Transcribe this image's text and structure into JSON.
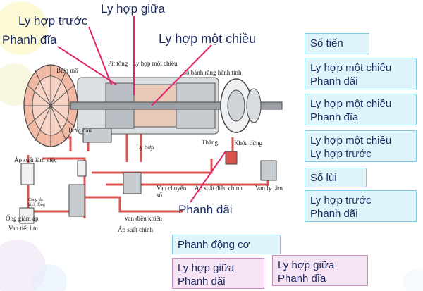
{
  "callouts": {
    "lyhop_truoc": "Ly hợp trước",
    "lyhop_giua": "Ly hợp giữa",
    "phanh_dia": "Phanh đĩa",
    "lyhop_motchieu": "Ly hợp một chiều",
    "phanh_dai": "Phanh dãi"
  },
  "diagram_labels": {
    "bien_mo": "Biến mô",
    "pit_tong": "Pít tông",
    "ly_hop_mot_chieu": "Ly hợp một chiều",
    "bo_banh_rang": "Bộ bánh răng hành tinh",
    "bom_dau": "Bơm dầu",
    "ly_hop": "Ly hợp",
    "thang": "Thắng",
    "khoa_dung": "Khóa dừng",
    "ap_suat_lam_viec": "Áp suất làm việc",
    "cong_tac": "Công tắc",
    "kich_dong": "kích động",
    "van_chuyen_so_1": "Van chuyển",
    "van_chuyen_so_2": "số",
    "ap_suat_dieu_chinh": "Áp suất điều chỉnh",
    "van_ly_tam": "Van ly tâm",
    "ong_giam_ap": "Ống giảm áp",
    "van_tiet_luu": "Van tiết lưu",
    "van_dieu_khien": "Van điều khiển",
    "ap_suat_chinh": "Áp suất chính"
  },
  "boxes": {
    "so_tien": "Số tiến",
    "b1": [
      "Ly hợp một chiều",
      "Phanh dãi"
    ],
    "b2": [
      "Ly hợp một chiều",
      "Phanh đĩa"
    ],
    "b3": [
      "Ly hợp một chiều",
      "Ly hợp trước"
    ],
    "so_lui": "Số lùi",
    "b4": [
      "Ly hợp trước",
      "Phanh dãi"
    ],
    "phanh_dong_co": "Phanh động cơ",
    "b5": [
      "Ly hợp giữa",
      "Phanh dãi"
    ],
    "b6": [
      "Ly hợp giữa",
      "Phanh đĩa"
    ]
  },
  "colors": {
    "text": "#1b2a5e",
    "pointer": "#e0246d",
    "oil": "#d9534f",
    "metal": "#9aa0a6"
  }
}
